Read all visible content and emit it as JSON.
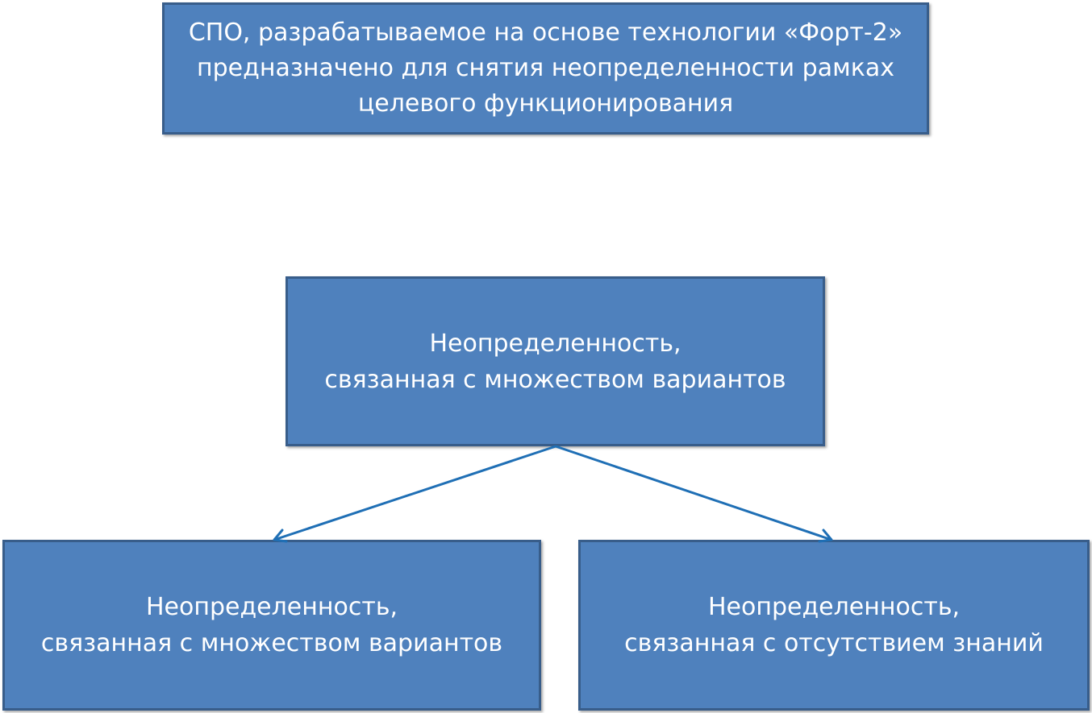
{
  "colors": {
    "box_fill": "#4f81bd",
    "box_border": "#385d8a",
    "text": "#ffffff",
    "arrow": "#1f6fb5"
  },
  "top_box": {
    "lines": [
      "СПО, разрабатываемое на основе технологии «Форт-2»",
      "предназначено для снятия неопределенности рамках",
      "целевого функционирования"
    ]
  },
  "middle_box": {
    "lines": [
      "Неопределенность,",
      "связанная с множеством вариантов"
    ]
  },
  "left_box": {
    "lines": [
      "Неопределенность,",
      "связанная с множеством вариантов"
    ]
  },
  "right_box": {
    "lines": [
      "Неопределенность,",
      "связанная с отсутствием знаний"
    ]
  }
}
